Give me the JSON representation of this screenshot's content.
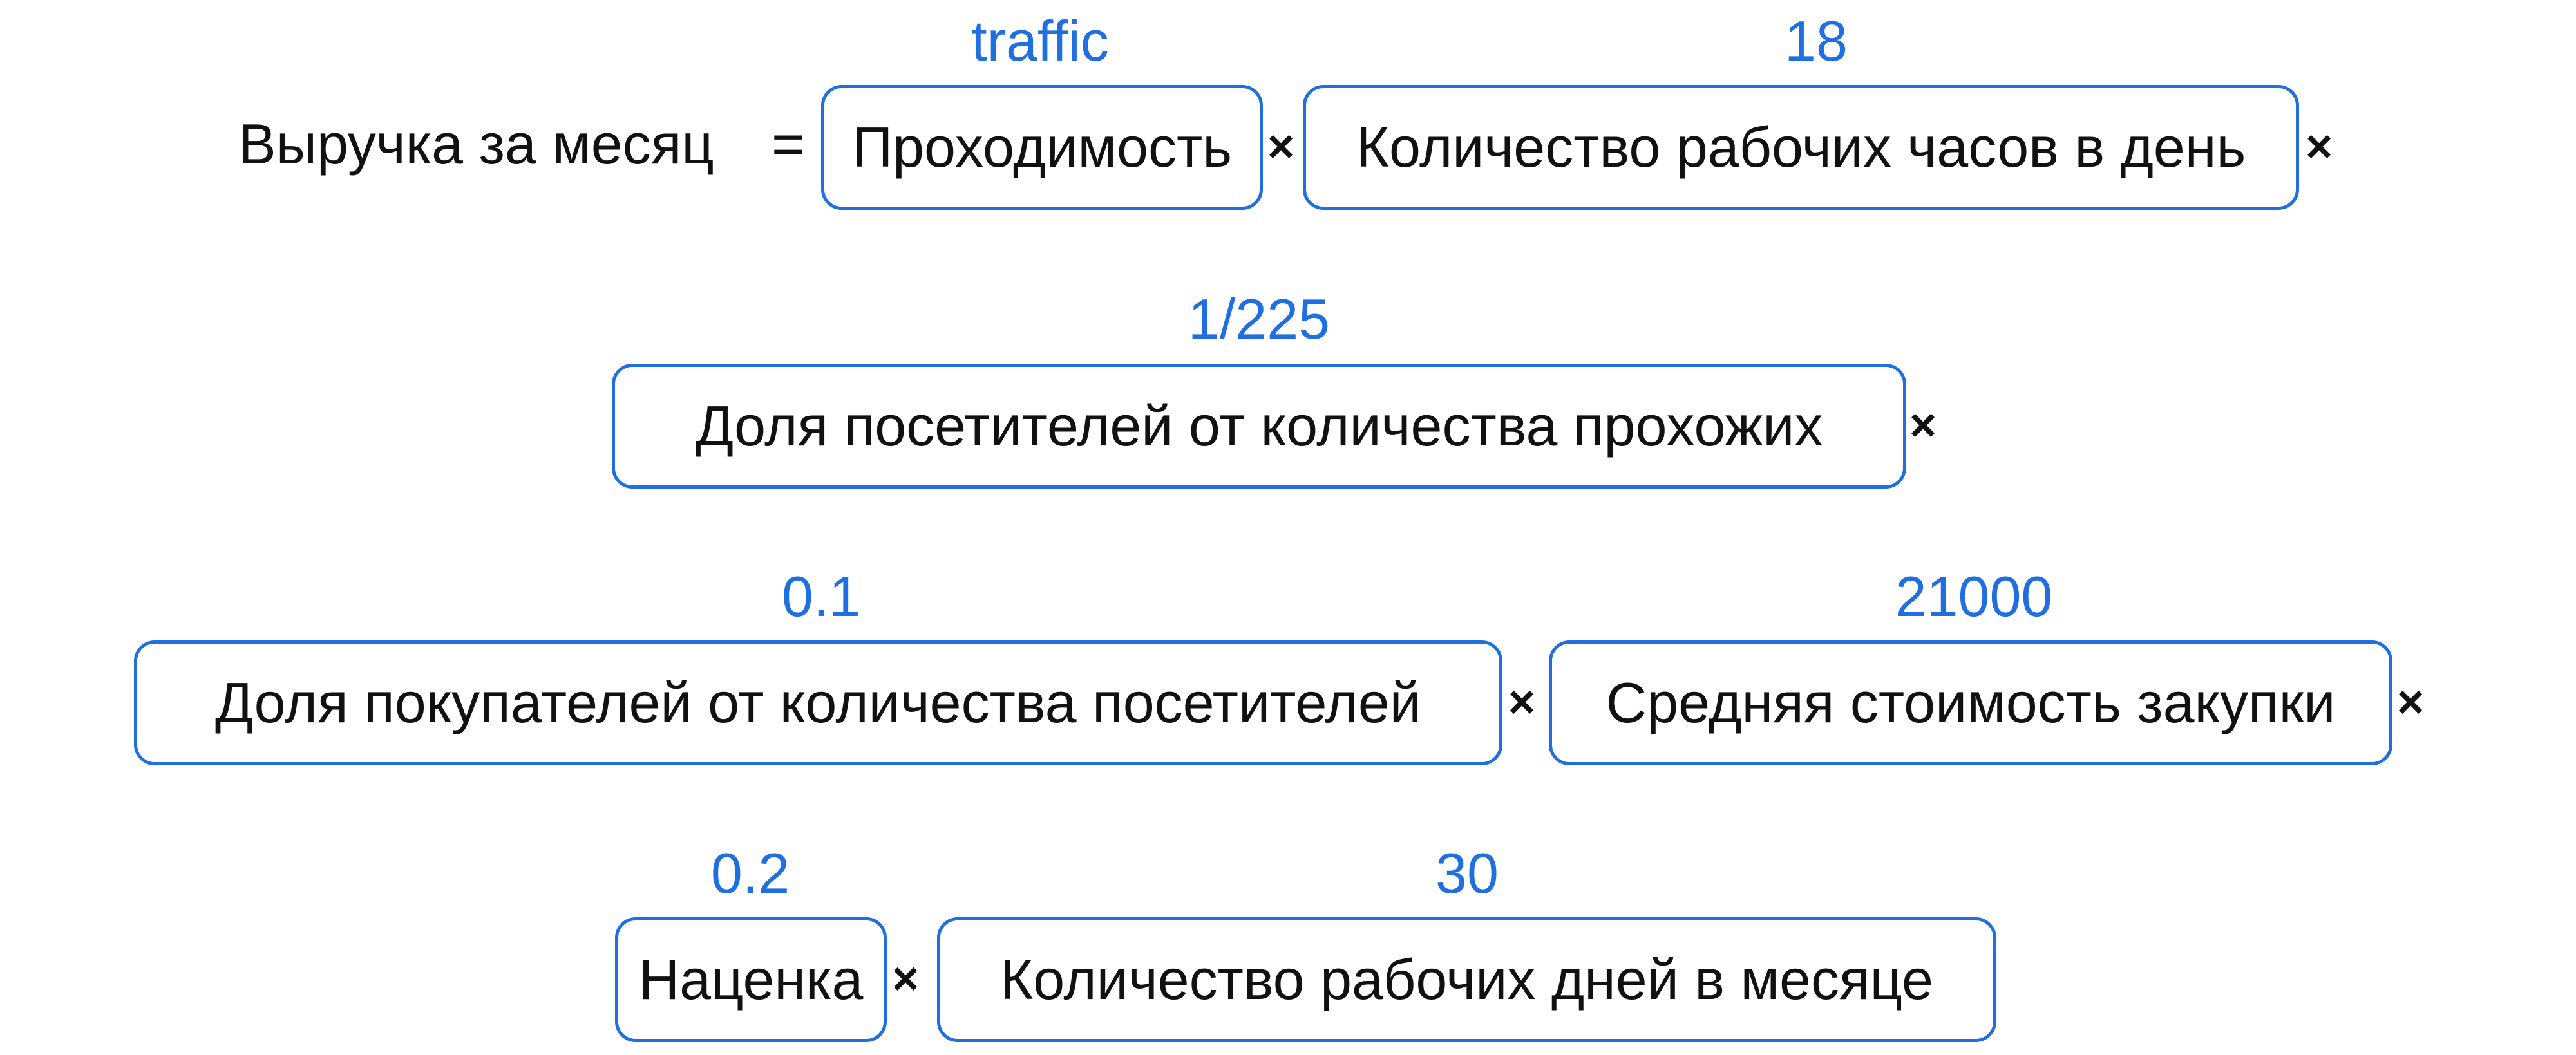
{
  "lhs": "Выручка за месяц",
  "equals": "=",
  "times": "×",
  "factors": [
    {
      "label": "Проходимость",
      "value": "traffic"
    },
    {
      "label": "Количество рабочих часов в день",
      "value": "18"
    },
    {
      "label": "Доля посетителей от количества прохожих",
      "value": "1/225"
    },
    {
      "label": "Доля покупателей от количества посетителей",
      "value": "0.1"
    },
    {
      "label": "Средняя стоимость закупки",
      "value": "21000"
    },
    {
      "label": "Наценка",
      "value": "0.2"
    },
    {
      "label": "Количество рабочих дней в месяце",
      "value": "30"
    }
  ],
  "colors": {
    "accent": "#1f6fe0",
    "text": "#111111"
  }
}
